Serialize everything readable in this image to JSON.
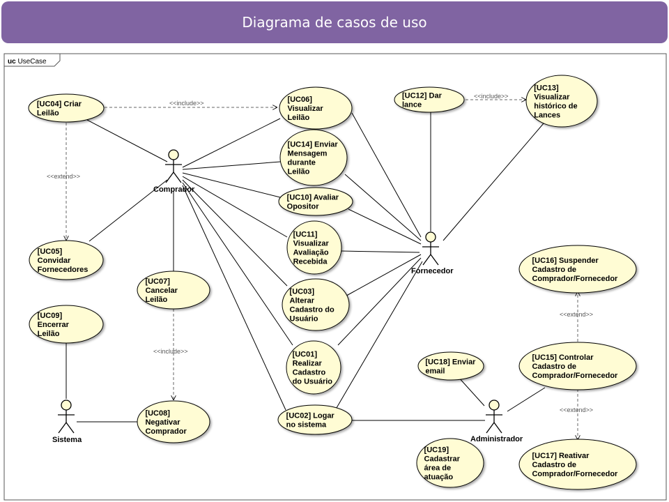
{
  "title": "Diagrama de casos de uso",
  "frame": {
    "keyword": "uc",
    "name": "UseCase"
  },
  "actors": {
    "comprador": "Comprador",
    "fornecedor": "Fornecedor",
    "sistema": "Sistema",
    "administrador": "Administrador"
  },
  "usecases": {
    "uc04": [
      "[UC04] Criar",
      "Leilão"
    ],
    "uc05": [
      "[UC05]",
      "Convidar",
      "Fornecedores"
    ],
    "uc06": [
      "[UC06]",
      "Visualizar",
      "Leilão"
    ],
    "uc14": [
      "[UC14] Enviar",
      "Mensagem",
      "durante",
      "Leilão"
    ],
    "uc10": [
      "[UC10] Avaliar",
      "Opositor"
    ],
    "uc11": [
      "[UC11]",
      "Visualizar",
      "Avaliação",
      "Recebida"
    ],
    "uc03": [
      "[UC03]",
      "Alterar",
      "Cadastro do",
      "Usuário"
    ],
    "uc01": [
      "[UC01]",
      "Realizar",
      "Cadastro",
      "do Usuário"
    ],
    "uc02": [
      "[UC02] Logar",
      "no sistema"
    ],
    "uc07": [
      "[UC07]",
      "Cancelar",
      "Leilão"
    ],
    "uc08": [
      "[UC08]",
      "Negativar",
      "Comprador"
    ],
    "uc09": [
      "[UC09]",
      "Encerrar",
      "Leilão"
    ],
    "uc12": [
      "[UC12] Dar",
      "lance"
    ],
    "uc13": [
      "[UC13]",
      "Visualizar",
      "histórico de",
      "Lances"
    ],
    "uc16": [
      "[UC16] Suspender",
      "Cadastro de",
      "Comprador/Fornecedor"
    ],
    "uc15": [
      "[UC15] Controlar",
      "Cadastro de",
      "Comprador/Fornecedor"
    ],
    "uc17": [
      "[UC17] Reativar",
      "Cadastro de",
      "Comprador/Fornecedor"
    ],
    "uc18": [
      "[UC18] Enviar",
      "email"
    ],
    "uc19": [
      "[UC19]",
      "Cadastrar",
      "área de",
      "atuação"
    ]
  },
  "relations": {
    "include": "<<include>>",
    "extend": "<<extend>>"
  },
  "colors": {
    "banner": "#8064a2",
    "usecase_fill": "#fffcd4",
    "stroke": "#000000"
  }
}
